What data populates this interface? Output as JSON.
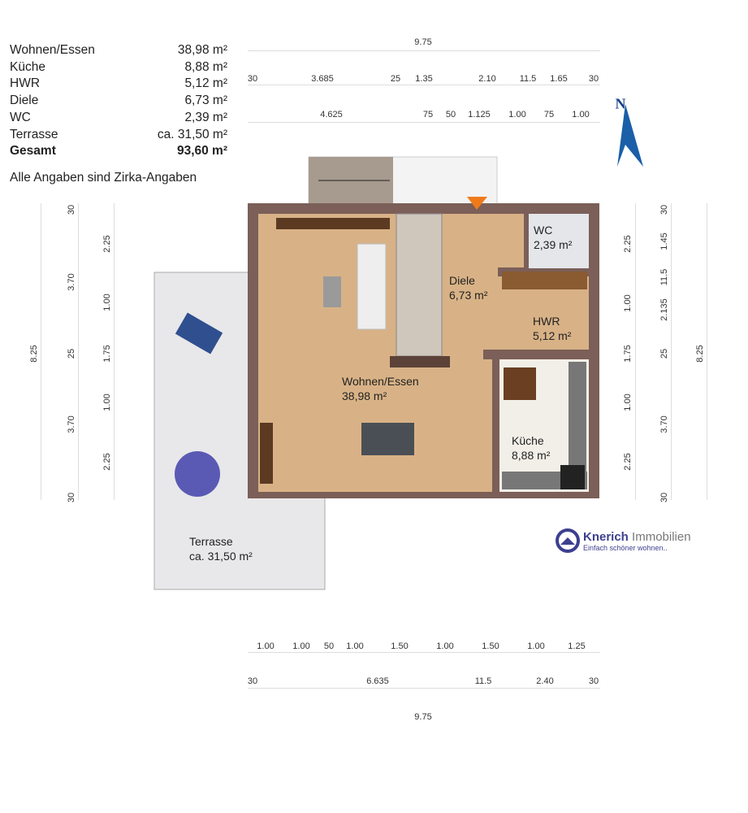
{
  "areas": [
    {
      "name": "Wohnen/Essen",
      "value": "38,98 m²"
    },
    {
      "name": "Küche",
      "value": "8,88 m²"
    },
    {
      "name": "HWR",
      "value": "5,12 m²"
    },
    {
      "name": "Diele",
      "value": "6,73 m²"
    },
    {
      "name": "WC",
      "value": "2,39 m²"
    },
    {
      "name": "Terrasse",
      "value": "ca. 31,50 m²"
    }
  ],
  "total": {
    "name": "Gesamt",
    "value": "93,60 m²"
  },
  "note": "Alle Angaben sind Zirka-Angaben",
  "dims": {
    "top_total": "9.75",
    "top_row2": [
      "30",
      "3.685",
      "25",
      "1.35",
      "2.10",
      "11.5",
      "1.65",
      "30"
    ],
    "top_row3": [
      "4.625",
      "75",
      "50",
      "1.125",
      "1.00",
      "75",
      "1.00"
    ],
    "bottom_row1": [
      "1.00",
      "1.00",
      "50",
      "1.00",
      "1.50",
      "1.00",
      "1.50",
      "1.00",
      "1.25"
    ],
    "bottom_row2": [
      "30",
      "6.635",
      "11.5",
      "2.40",
      "30"
    ],
    "bottom_total": "9.75",
    "left_total": "8.25",
    "left_mid": [
      "30",
      "3.70",
      "25",
      "3.70",
      "30"
    ],
    "left_inner": [
      "2.25",
      "1.00",
      "1.75",
      "1.00",
      "2.25"
    ],
    "right_inner": [
      "2.25",
      "1.00",
      "1.75",
      "1.00",
      "2.25"
    ],
    "right_mid": [
      "30",
      "1.45",
      "11.5",
      "2.135",
      "25",
      "3.70",
      "30"
    ],
    "right_total": "8.25"
  },
  "rooms": {
    "wohnen": {
      "name": "Wohnen/Essen",
      "area": "38,98 m²"
    },
    "diele": {
      "name": "Diele",
      "area": "6,73 m²"
    },
    "wc": {
      "name": "WC",
      "area": "2,39 m²"
    },
    "hwr": {
      "name": "HWR",
      "area": "5,12 m²"
    },
    "kueche": {
      "name": "Küche",
      "area": "8,88 m²"
    },
    "terrasse": {
      "name": "Terrasse",
      "area": "ca. 31,50 m²"
    }
  },
  "compass": "N",
  "logo": {
    "brand": "Knerich",
    "suffix": "Immobilien",
    "slogan": "Einfach schöner wohnen.."
  },
  "colors": {
    "wall": "#7b5f58",
    "wood": "#d8b286",
    "tile": "#eeeeee",
    "arrow": "#f07a1a",
    "compass": "#1a5fa8"
  }
}
